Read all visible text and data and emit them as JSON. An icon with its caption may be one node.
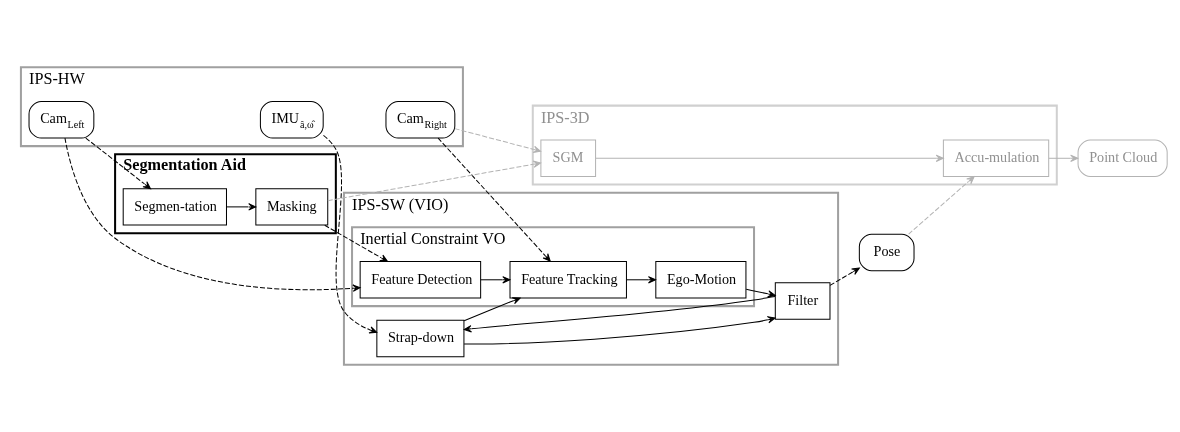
{
  "diagram": {
    "nodes": [
      {
        "text": [
          "IPS-HW"
        ]
      },
      {
        "text": [
          "IMU$_{â,ω̂}$"
        ],
        "in": 0
      },
      {
        "text": [
          "Cam$_{Right}$"
        ],
        "in": 0
      },
      {
        "text": [
          "Cam$_{Left}$"
        ],
        "in": 0
      },
      {
        "text": [
          "IPS-SW (VIO)"
        ]
      },
      {
        "text": [
          "Strap-down"
        ],
        "in": 4
      },
      {
        "text": [
          "Filter"
        ],
        "in": 4
      },
      {
        "text": [
          "Inertial Constraint VO"
        ],
        "in": 4
      },
      {
        "text": [
          "Feature Detection"
        ],
        "in": 7
      },
      {
        "text": [
          "Feature Tracking"
        ],
        "in": 7
      },
      {
        "text": [
          "Ego-Motion"
        ],
        "in": 7
      },
      {
        "text": [
          "Pose"
        ]
      },
      {
        "text": [
          "IPS-3D"
        ]
      },
      {
        "text": [
          "SGM"
        ],
        "in": 12
      },
      {
        "text": [
          "Accu-mulation"
        ],
        "in": 12
      },
      {
        "text": [
          "Point Cloud"
        ]
      },
      {
        "text": [
          "Segmentation Aid"
        ]
      },
      {
        "text": [
          "Segmen-tation"
        ],
        "in": 16
      },
      {
        "text": [
          "Masking"
        ],
        "in": 16
      }
    ],
    "edges": [
      {
        "from": 1,
        "to": 5,
        "arrow": "to",
        "style": "dashed"
      },
      {
        "from": 5,
        "to": 6,
        "arrow": "to"
      },
      {
        "from": 6,
        "to": 11,
        "arrow": "to",
        "style": "dashed"
      },
      {
        "from": 6,
        "to": 5,
        "arrow": "to"
      },
      {
        "from": 5,
        "to": 9,
        "arrow": "to"
      },
      {
        "from": 2,
        "to": 9,
        "arrow": "to",
        "style": "dashed"
      },
      {
        "from": 3,
        "to": 8,
        "arrow": "to",
        "style": "dashed"
      },
      {
        "from": 8,
        "to": 9,
        "arrow": "to"
      },
      {
        "from": 9,
        "to": 10,
        "arrow": "to"
      },
      {
        "from": 10,
        "to": 6,
        "arrow": "to"
      },
      {
        "from": 11,
        "to": 14,
        "arrow": "to",
        "style": "dashed",
        "color": "#b3b3b3"
      },
      {
        "from": 13,
        "to": 14,
        "arrow": "to",
        "color": "#b3b3b3"
      },
      {
        "from": 14,
        "to": 15,
        "arrow": "to",
        "color": "#b3b3b3"
      },
      {
        "from": 2,
        "to": 13,
        "arrow": "to",
        "style": "dashed",
        "color": "#b3b3b3"
      },
      {
        "from": 3,
        "to": 17,
        "arrow": "to",
        "style": "dashed"
      },
      {
        "from": 17,
        "to": 18,
        "arrow": "to"
      },
      {
        "from": 18,
        "to": 8,
        "arrow": "to",
        "style": "dashed"
      },
      {
        "from": 18,
        "to": 13,
        "arrow": "to",
        "style": "dashed",
        "color": "#b3b3b3"
      }
    ]
  }
}
